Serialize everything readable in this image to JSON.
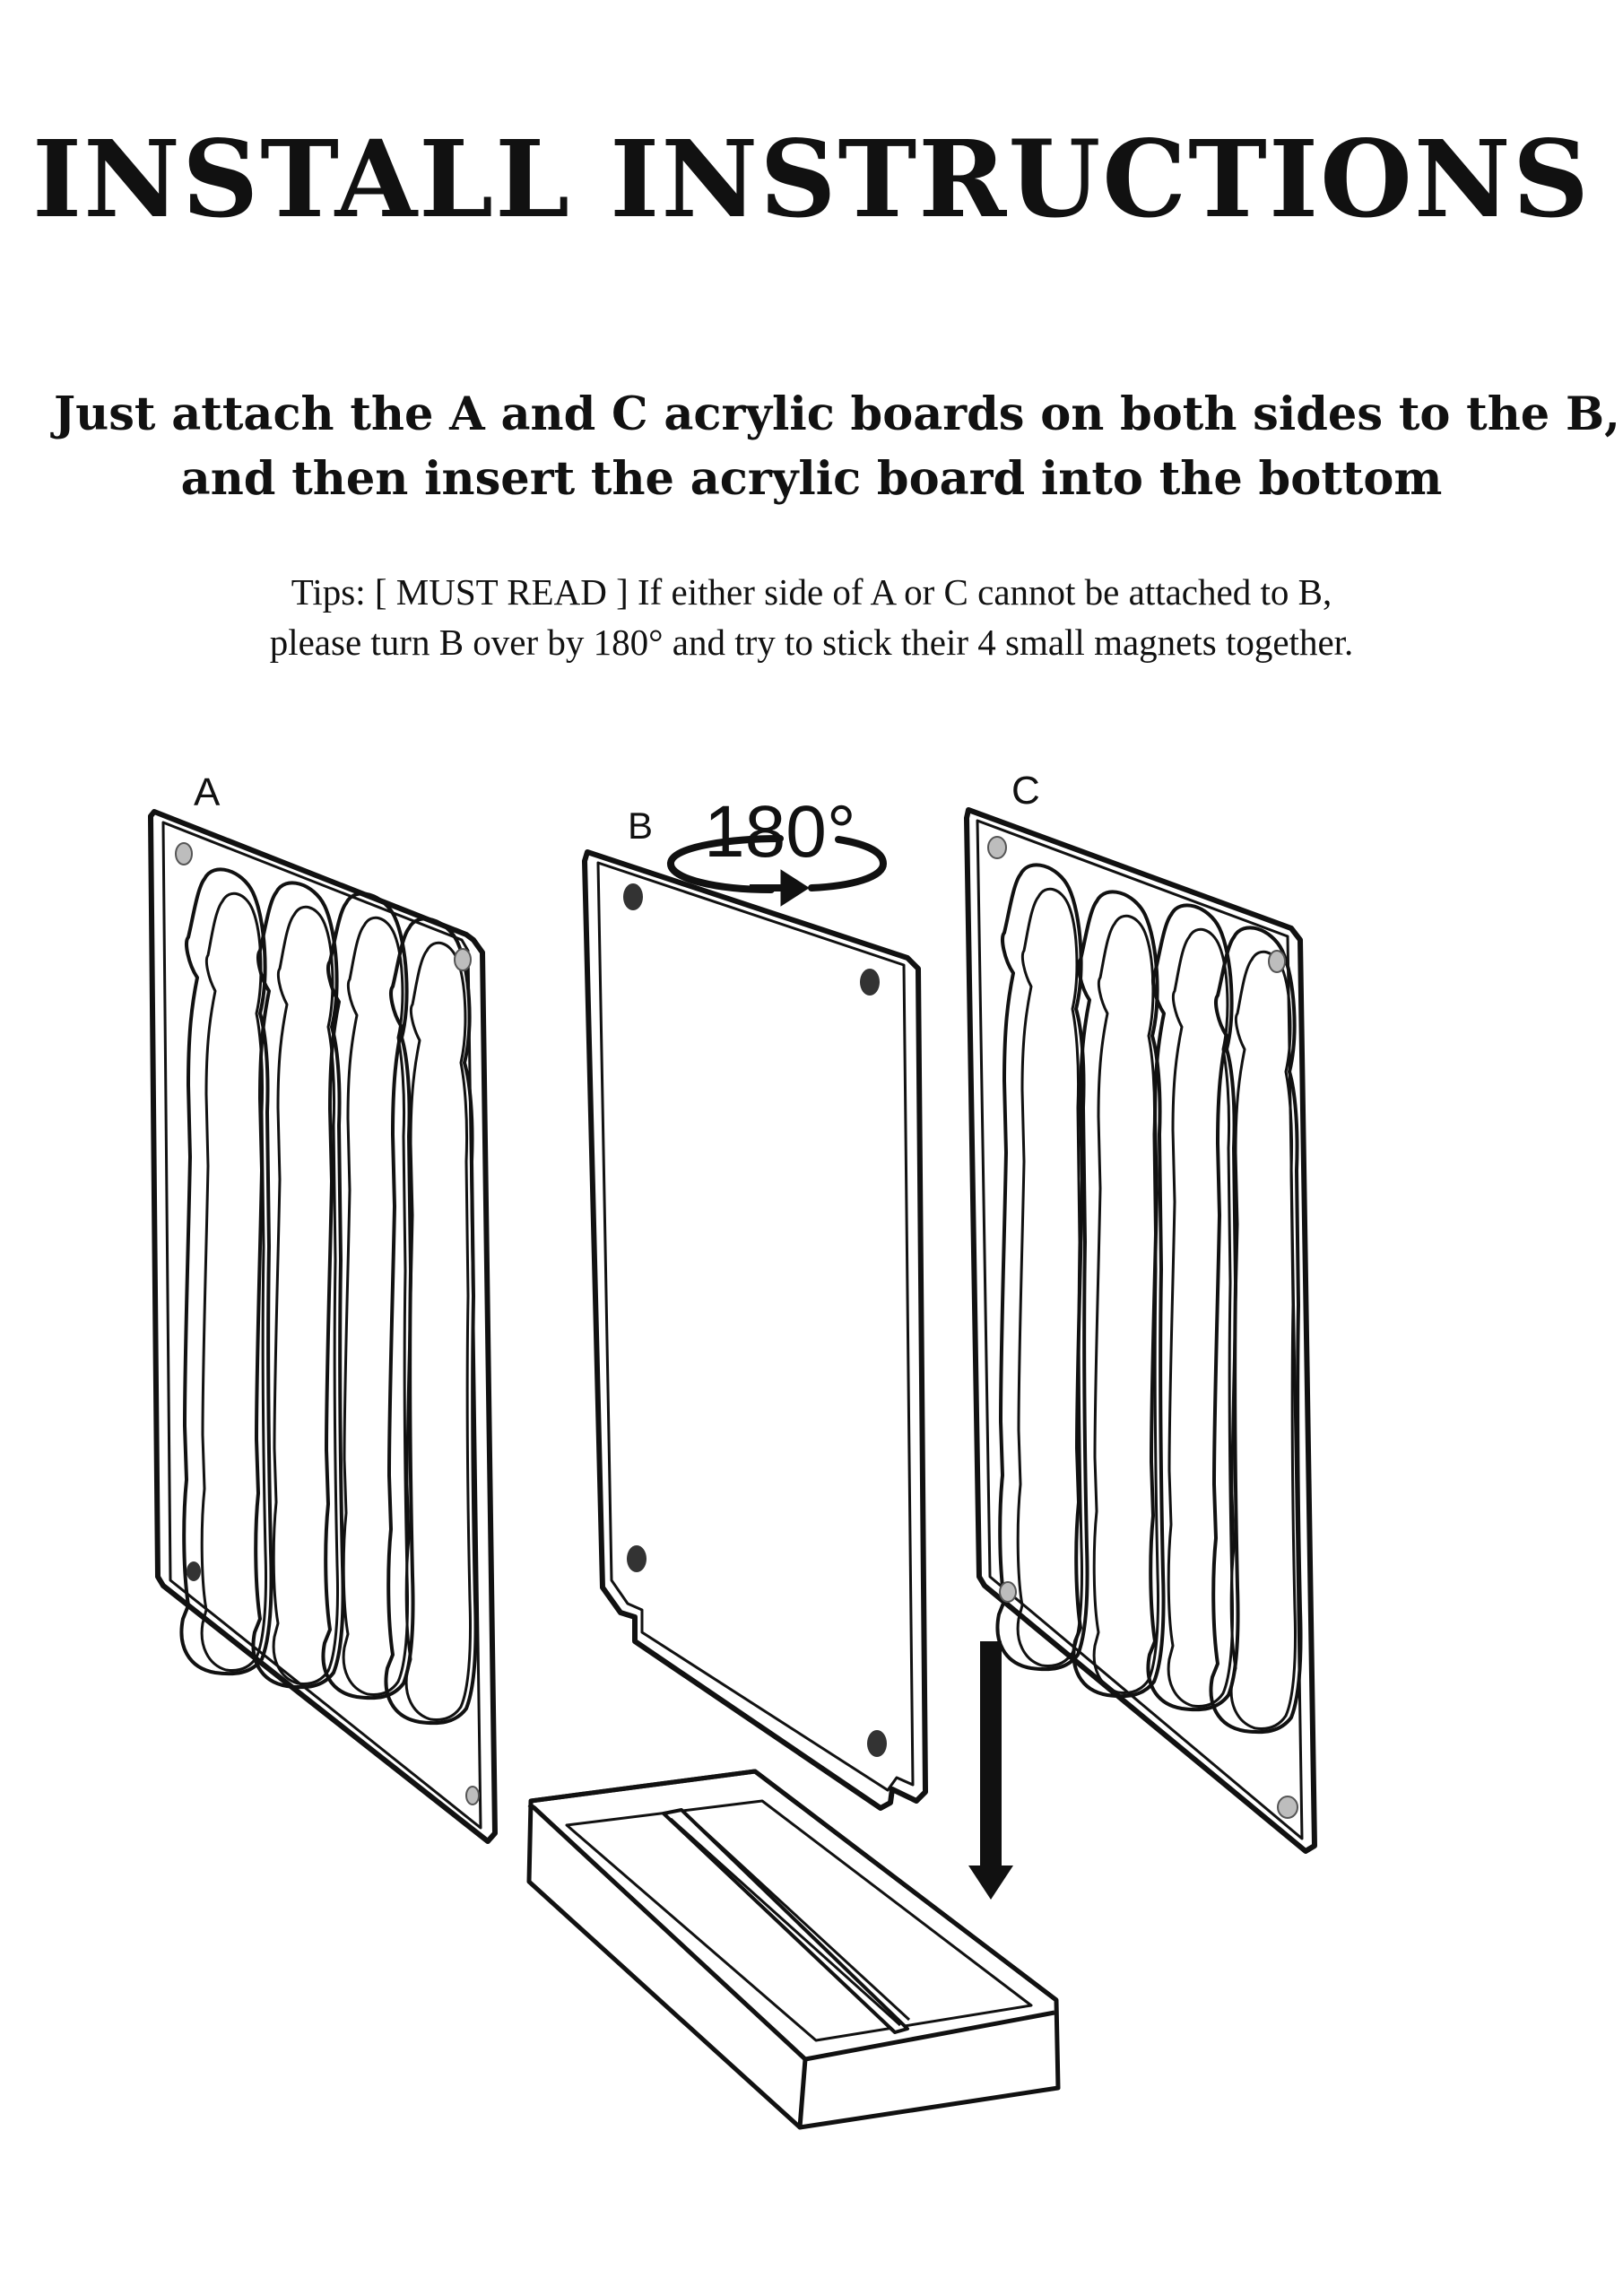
{
  "title": "INSTALL INSTRUCTIONS",
  "instructions": {
    "line1": "Just attach the A and C acrylic boards on both sides to the B,",
    "line2": "and then insert the acrylic board into the bottom"
  },
  "tips": {
    "line1": "Tips: [ MUST READ ] If either side of A or C cannot be attached to B,",
    "line2": "please turn B over by 180° and try to stick their 4 small magnets together."
  },
  "diagram": {
    "board_a_label": "A",
    "board_b_label": "B",
    "board_c_label": "C",
    "rotation_label": "180°"
  },
  "colors": {
    "ink": "#111111",
    "magnet_dark": "#333333",
    "magnet_light": "#bdbdbd"
  }
}
